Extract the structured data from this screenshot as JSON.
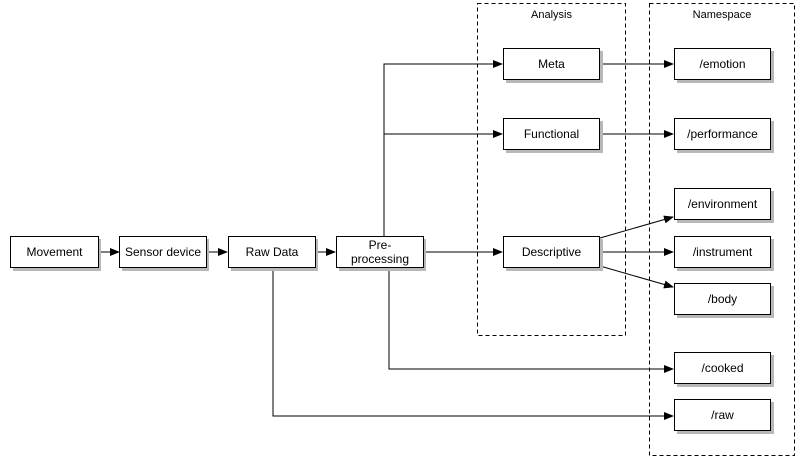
{
  "groups": {
    "analysis": {
      "label": "Analysis"
    },
    "namespace": {
      "label": "Namespace"
    }
  },
  "nodes": {
    "movement": {
      "label": "Movement"
    },
    "sensor": {
      "label": "Sensor device"
    },
    "rawdata": {
      "label": "Raw Data"
    },
    "preproc": {
      "line1": "Pre-",
      "line2": "processing"
    },
    "meta": {
      "label": "Meta"
    },
    "functional": {
      "label": "Functional"
    },
    "descriptive": {
      "label": "Descriptive"
    },
    "emotion": {
      "label": "/emotion"
    },
    "performance": {
      "label": "/performance"
    },
    "environment": {
      "label": "/environment"
    },
    "instrument": {
      "label": "/instrument"
    },
    "body": {
      "label": "/body"
    },
    "cooked": {
      "label": "/cooked"
    },
    "raw": {
      "label": "/raw"
    }
  },
  "edges": [
    {
      "from": "movement",
      "to": "sensor"
    },
    {
      "from": "sensor",
      "to": "rawdata"
    },
    {
      "from": "rawdata",
      "to": "preproc"
    },
    {
      "from": "preproc",
      "to": "meta"
    },
    {
      "from": "preproc",
      "to": "functional"
    },
    {
      "from": "preproc",
      "to": "descriptive"
    },
    {
      "from": "meta",
      "to": "emotion"
    },
    {
      "from": "functional",
      "to": "performance"
    },
    {
      "from": "descriptive",
      "to": "environment"
    },
    {
      "from": "descriptive",
      "to": "instrument"
    },
    {
      "from": "descriptive",
      "to": "body"
    },
    {
      "from": "preproc",
      "to": "cooked"
    },
    {
      "from": "rawdata",
      "to": "raw"
    }
  ]
}
